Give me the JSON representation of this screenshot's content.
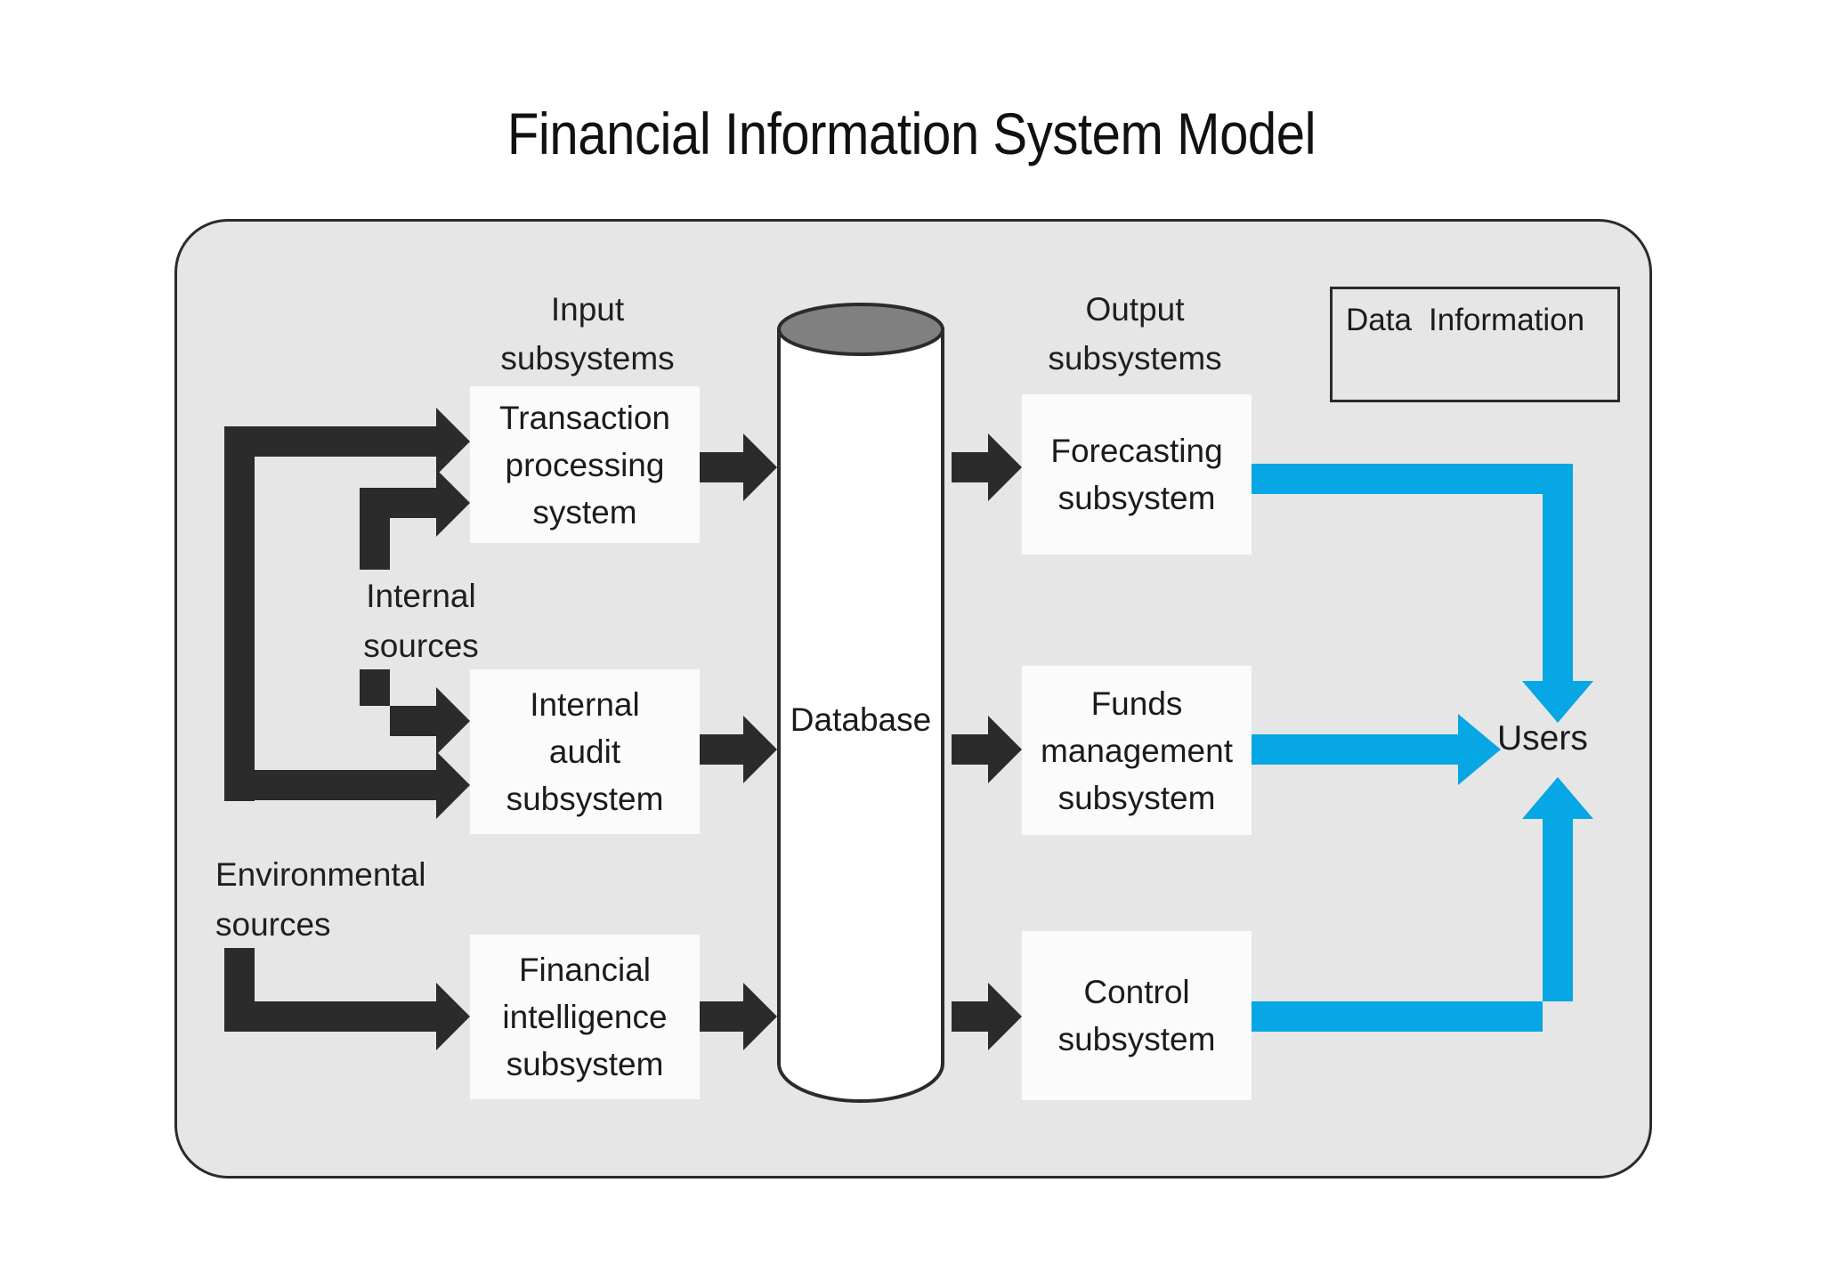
{
  "title": "Financial Information System Model",
  "columns": {
    "input_header": "Input\nsubsystems",
    "output_header": "Output\nsubsystems"
  },
  "input_subsystems": [
    {
      "label": "Transaction\nprocessing\nsystem"
    },
    {
      "label": "Internal\naudit\nsubsystem"
    },
    {
      "label": "Financial\nintelligence\nsubsystem"
    }
  ],
  "output_subsystems": [
    {
      "label": "Forecasting\nsubsystem"
    },
    {
      "label": "Funds\nmanagement\nsubsystem"
    },
    {
      "label": "Control\nsubsystem"
    }
  ],
  "sources": {
    "internal": "Internal\nsources",
    "environmental": "Environmental\nsources"
  },
  "database": {
    "label": "Database"
  },
  "destination": {
    "label": "Users"
  },
  "legend": {
    "data_label": "Data",
    "information_label": "Information"
  },
  "colors": {
    "data_arrow": "#2b2b2b",
    "information_arrow": "#07a6e4",
    "panel_background": "#e6e6e6",
    "box_fill": "#fbfbfb",
    "cylinder_top": "#808080",
    "cylinder_body": "#ffffff",
    "outline": "#2b2b2b",
    "page_background": "#ffffff",
    "text": "#1b1b1b"
  },
  "flows": [
    {
      "from": "Environmental sources",
      "to": "Transaction processing system",
      "kind": "data"
    },
    {
      "from": "Internal sources",
      "to": "Transaction processing system",
      "kind": "data"
    },
    {
      "from": "Internal sources",
      "to": "Internal audit subsystem",
      "kind": "data"
    },
    {
      "from": "Environmental sources",
      "to": "Internal audit subsystem",
      "kind": "data"
    },
    {
      "from": "Environmental sources",
      "to": "Financial intelligence subsystem",
      "kind": "data"
    },
    {
      "from": "Transaction processing system",
      "to": "Database",
      "kind": "data"
    },
    {
      "from": "Internal audit subsystem",
      "to": "Database",
      "kind": "data"
    },
    {
      "from": "Financial intelligence subsystem",
      "to": "Database",
      "kind": "data"
    },
    {
      "from": "Database",
      "to": "Forecasting subsystem",
      "kind": "data"
    },
    {
      "from": "Database",
      "to": "Funds management subsystem",
      "kind": "data"
    },
    {
      "from": "Database",
      "to": "Control subsystem",
      "kind": "data"
    },
    {
      "from": "Forecasting subsystem",
      "to": "Users",
      "kind": "information"
    },
    {
      "from": "Funds management subsystem",
      "to": "Users",
      "kind": "information"
    },
    {
      "from": "Control subsystem",
      "to": "Users",
      "kind": "information"
    }
  ]
}
